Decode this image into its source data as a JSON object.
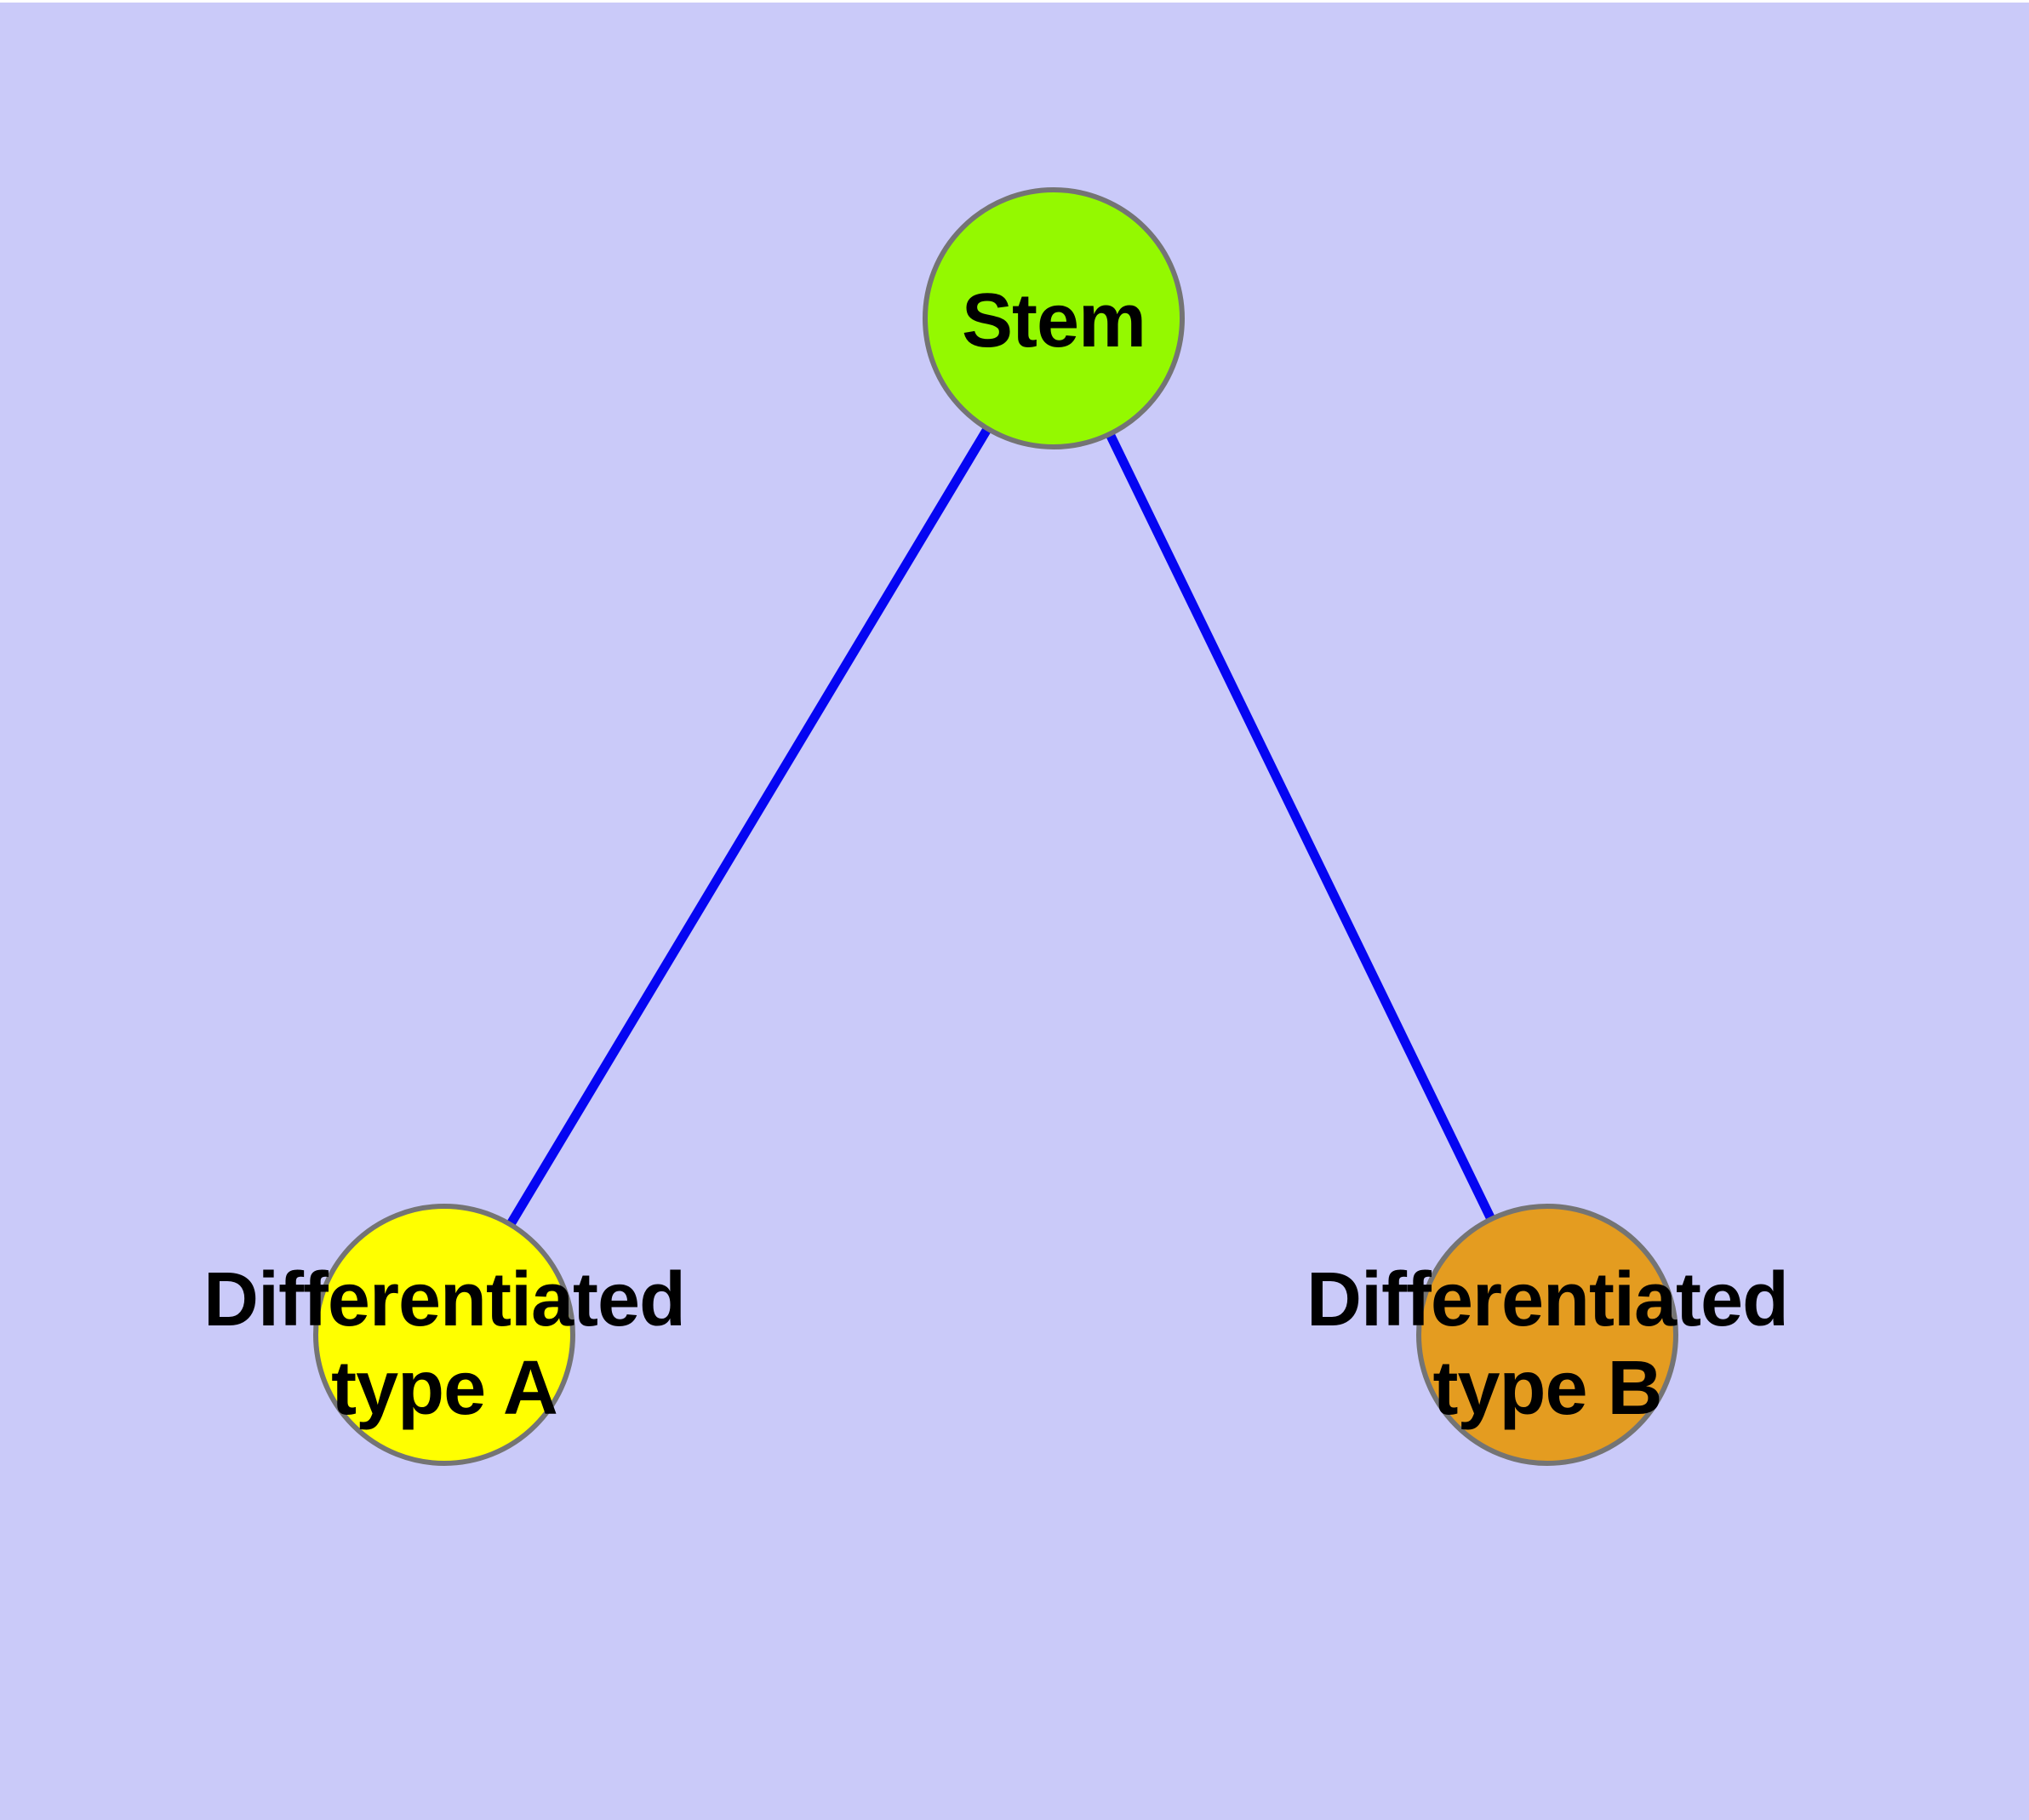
{
  "figure": {
    "type": "node-link-diagram",
    "background_color": "#CACAF9",
    "top_margin_color": "#FFFFFF",
    "edge_color": "#0505F2",
    "node_border_color": "#747474",
    "label_color": "#000000",
    "nodes": [
      {
        "id": "stem",
        "lines": [
          "Stem"
        ],
        "fill": "#94F900"
      },
      {
        "id": "type-a",
        "lines": [
          "Differentiated",
          "type A"
        ],
        "fill": "#FFFF00"
      },
      {
        "id": "type-b",
        "lines": [
          "Differentiated",
          "type B"
        ],
        "fill": "#E49C20"
      }
    ],
    "edges": [
      {
        "from": "Stem",
        "to": "Differentiated type A"
      },
      {
        "from": "Stem",
        "to": "Differentiated type B"
      }
    ]
  }
}
